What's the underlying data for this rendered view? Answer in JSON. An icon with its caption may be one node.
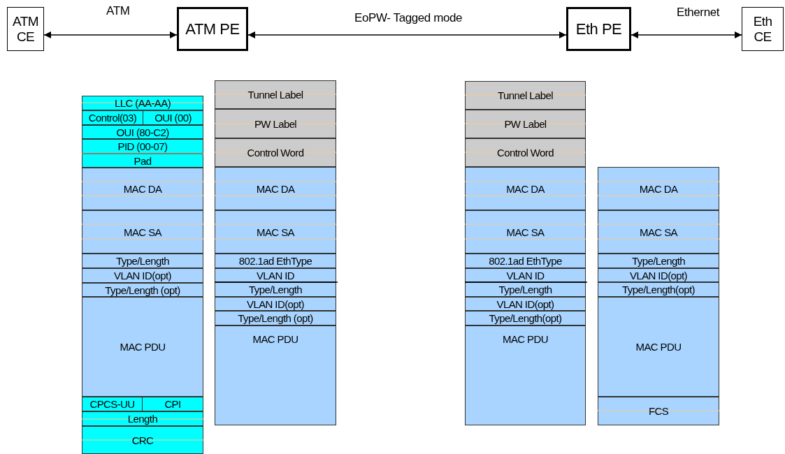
{
  "diagram": {
    "nodes": [
      {
        "text": [
          "ATM CE"
        ]
      },
      {
        "text": [
          "ATM PE"
        ]
      },
      {
        "text": [
          "Eth PE"
        ]
      },
      {
        "text": [
          "Eth CE"
        ]
      },
      {
        "text": [
          "LLC (AA-AA)"
        ]
      },
      {
        "text": [
          "Control(03)"
        ]
      },
      {
        "text": [
          "OUI (00)"
        ]
      },
      {
        "text": [
          "OUI (80-C2)"
        ]
      },
      {
        "text": [
          "PID (00-07)"
        ]
      },
      {
        "text": [
          "Pad"
        ]
      },
      {
        "text": [
          "MAC DA"
        ]
      },
      {
        "text": [
          "MAC SA"
        ]
      },
      {
        "text": [
          "Type/Length"
        ]
      },
      {
        "text": [
          "VLAN ID(opt)"
        ]
      },
      {
        "text": [
          "Type/Length (opt)"
        ]
      },
      {
        "text": [
          "MAC PDU"
        ]
      },
      {
        "text": [
          "CPCS-UU"
        ]
      },
      {
        "text": [
          "CPI"
        ]
      },
      {
        "text": [
          "Length"
        ]
      },
      {
        "text": [
          "CRC"
        ]
      },
      {
        "text": [
          "Tunnel Label"
        ]
      },
      {
        "text": [
          "PW Label"
        ]
      },
      {
        "text": [
          "Control Word"
        ]
      },
      {
        "text": [
          "MAC DA"
        ]
      },
      {
        "text": [
          "MAC SA"
        ]
      },
      {
        "text": [
          "802.1ad EthType"
        ]
      },
      {
        "text": [
          "VLAN ID"
        ]
      },
      {
        "text": [
          "Type/Length"
        ]
      },
      {
        "text": [
          "VLAN ID(opt)"
        ]
      },
      {
        "text": [
          "Type/Length (opt)"
        ]
      },
      {
        "text": [
          "MAC PDU"
        ]
      },
      {
        "text": [
          "Tunnel Label"
        ]
      },
      {
        "text": [
          "PW Label"
        ]
      },
      {
        "text": [
          "Control Word"
        ]
      },
      {
        "text": [
          "MAC DA"
        ]
      },
      {
        "text": [
          "MAC SA"
        ]
      },
      {
        "text": [
          "802.1ad EthType"
        ]
      },
      {
        "text": [
          "VLAN ID"
        ]
      },
      {
        "text": [
          "Type/Length"
        ]
      },
      {
        "text": [
          "VLAN ID(opt)"
        ]
      },
      {
        "text": [
          "Type/Length(opt)"
        ]
      },
      {
        "text": [
          "MAC PDU"
        ]
      },
      {
        "text": [
          "MAC DA"
        ]
      },
      {
        "text": [
          "MAC SA"
        ]
      },
      {
        "text": [
          "Type/Length"
        ]
      },
      {
        "text": [
          "VLAN ID(opt)"
        ]
      },
      {
        "text": [
          "Type/Length(opt)"
        ]
      },
      {
        "text": [
          "MAC PDU"
        ]
      },
      {
        "text": [
          "FCS"
        ]
      }
    ],
    "edges": [
      {
        "from": 0,
        "to": 1,
        "arrow": "both",
        "label": "ATM"
      },
      {
        "from": 1,
        "to": 2,
        "arrow": "both",
        "label": "EoPW- Tagged mode"
      },
      {
        "from": 2,
        "to": 3,
        "arrow": "both",
        "label": "Ethernet"
      }
    ]
  }
}
